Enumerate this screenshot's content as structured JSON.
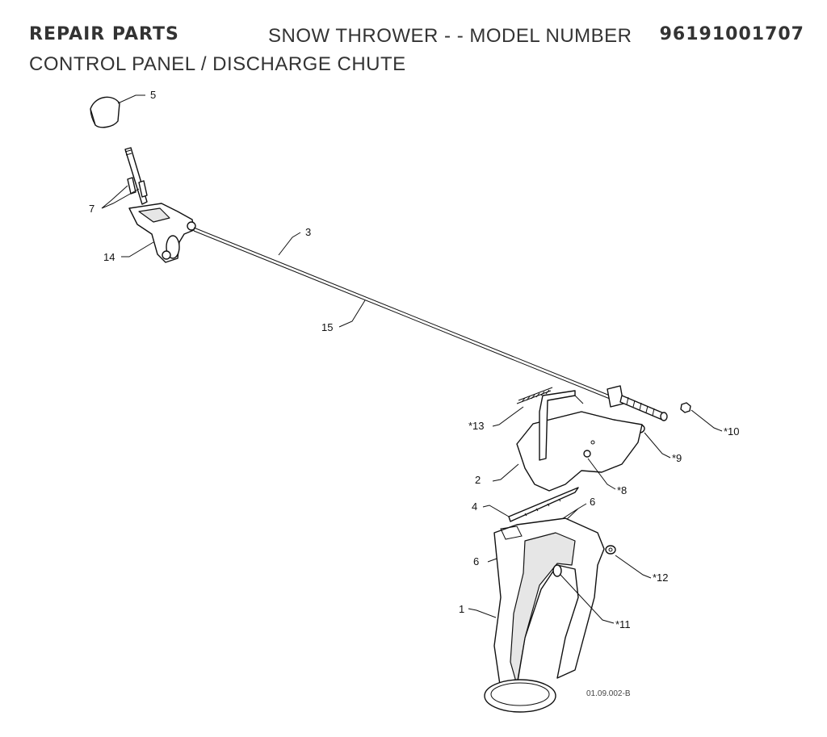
{
  "header": {
    "section": "REPAIR PARTS",
    "product": "SNOW THROWER - - MODEL NUMBER",
    "model_number": "96191001707",
    "subtitle": "CONTROL PANEL / DISCHARGE CHUTE"
  },
  "callouts": {
    "c5": "5",
    "c7": "7",
    "c14": "14",
    "c3": "3",
    "c15": "15",
    "c13": "*13",
    "c10": "*10",
    "c9": "*9",
    "c2": "2",
    "c8": "*8",
    "c4": "4",
    "c6a": "6",
    "c6b": "6",
    "c12": "*12",
    "c1": "1",
    "c11": "*11"
  },
  "drawing_ref": "01.09.002-B"
}
